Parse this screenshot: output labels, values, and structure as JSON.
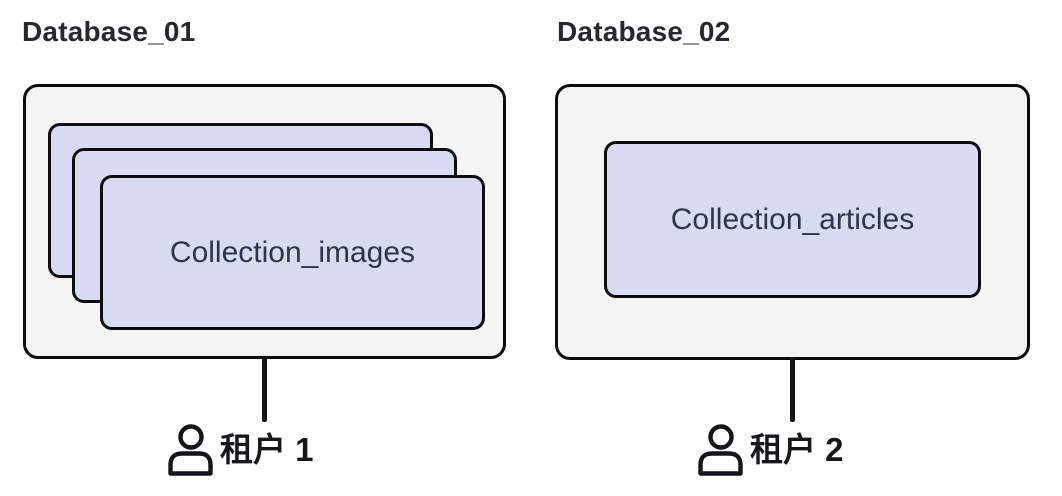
{
  "databases": [
    {
      "title": "Database_01",
      "collection": "Collection_images",
      "stacked_collection_count": 3,
      "tenant_label": "租户 1"
    },
    {
      "title": "Database_02",
      "collection": "Collection_articles",
      "stacked_collection_count": 1,
      "tenant_label": "租户 2"
    }
  ],
  "icons": [
    "person-icon"
  ],
  "colors": {
    "page_background": "#ffffff",
    "container_fill": "#f4f4f5",
    "card_fill": "#d7dbf3",
    "border": "#0d0d0d",
    "title_text": "#26282e",
    "card_text": "#2e3547",
    "tenant_text": "#17181c",
    "connector": "#141519"
  }
}
